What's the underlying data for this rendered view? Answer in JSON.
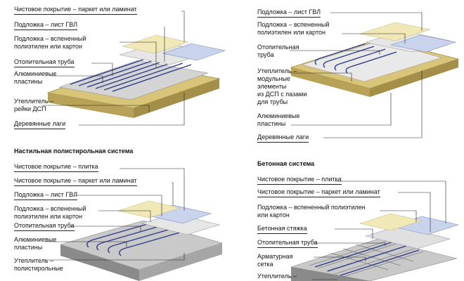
{
  "top_left": {
    "labels": [
      "Чистовое покрытие – паркет или ламинат",
      "Подложка – лист ГВЛ",
      "Подложка – вспененный\nполиэтилен или картон",
      "Отопительная труба",
      "Алюминиевые\nпластины",
      "Утеплитель –\nрейки ДСП",
      "Деревянные лаги"
    ]
  },
  "top_right": {
    "labels": [
      "Подложка – лист ГВЛ",
      "Подложка – вспененный\nполиэтилен или картон",
      "Отопительная\nтруба",
      "Утеплитель –\nмодульные\nэлементы\nиз ДСП с пазами\nдля трубы",
      "Алюминиевые\nпластины",
      "Деревянные лаги"
    ]
  },
  "bottom_left": {
    "title": "Настильная полистирольная система",
    "labels": [
      "Чистовое покрытие – плитка",
      "Чистовое покрытие – паркет или ламинат",
      "Подложка – лист ГВЛ",
      "Подложка – вспененный\nполиэтилен или картон",
      "Отопительная труба",
      "Алюминиевые\nпластины",
      "Утеплитель –\nполистирольные"
    ]
  },
  "bottom_right": {
    "title": "Бетонная система",
    "labels": [
      "Чистовое покрытие – плитка",
      "Чистовое покрытие – паркет или ламинат",
      "Подложка – вспененный полиэтилен\nили картон",
      "Бетонная стяжка",
      "Отопительная труба",
      "Арматурная\nсетка",
      "Утеплитель –"
    ]
  },
  "colors": {
    "wood": "#d9c57a",
    "wood_dark": "#b8a257",
    "tile": "#c9d3ec",
    "cream": "#f1e8b8",
    "gray": "#c9c9c9",
    "gray_dark": "#8a8a8a",
    "pipe": "#2c3a8a"
  }
}
